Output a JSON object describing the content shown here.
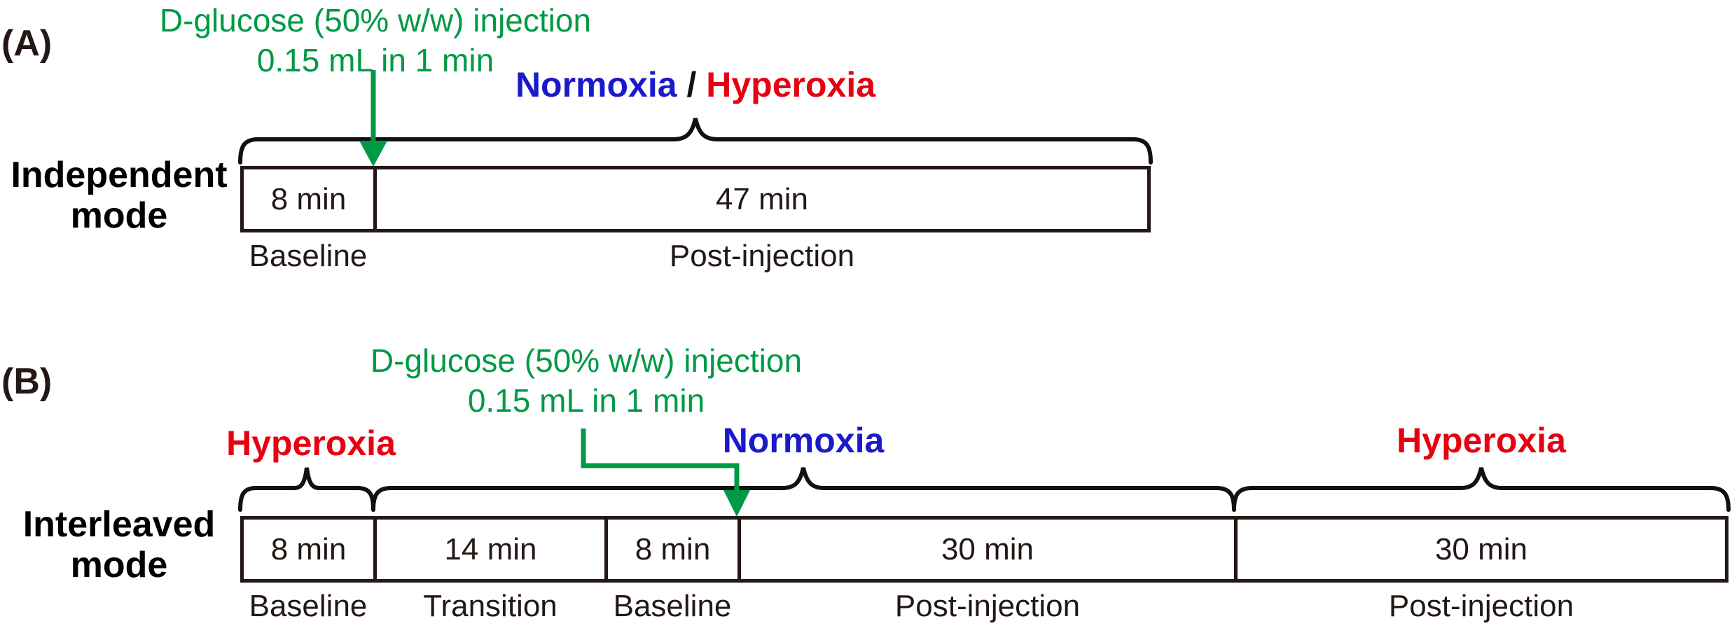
{
  "palette": {
    "green": "#009945",
    "blue": "#1a1acc",
    "red": "#e60012",
    "ink": "#231815"
  },
  "panel_a": {
    "tag": "(A)",
    "mode_line1": "Independent",
    "mode_line2": "mode",
    "injection_line1": "D-glucose (50% w/w) injection",
    "injection_line2": "0.15 mL in 1 min",
    "gas": {
      "normoxia": "Normoxia",
      "separator": " / ",
      "hyperoxia": "Hyperoxia"
    },
    "segments": [
      {
        "duration": "8 min",
        "phase": "Baseline"
      },
      {
        "duration": "47 min",
        "phase": "Post-injection"
      }
    ]
  },
  "panel_b": {
    "tag": "(B)",
    "mode_line1": "Interleaved",
    "mode_line2": "mode",
    "injection_line1": "D-glucose (50% w/w) injection",
    "injection_line2": "0.15 mL in 1 min",
    "gas_labels": [
      {
        "text": "Hyperoxia"
      },
      {
        "text": "Normoxia"
      },
      {
        "text": "Hyperoxia"
      }
    ],
    "segments": [
      {
        "duration": "8 min",
        "phase": "Baseline"
      },
      {
        "duration": "14 min",
        "phase": "Transition"
      },
      {
        "duration": "8 min",
        "phase": "Baseline"
      },
      {
        "duration": "30 min",
        "phase": "Post-injection"
      },
      {
        "duration": "30 min",
        "phase": "Post-injection"
      }
    ]
  }
}
